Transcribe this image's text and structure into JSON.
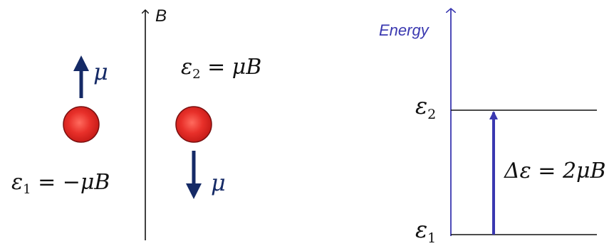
{
  "field_label": "B",
  "particles": {
    "left": {
      "moment_label": "μ",
      "moment_direction": "up",
      "energy_text": "ε",
      "energy_subscript": "1",
      "energy_expression": " = −μB"
    },
    "right": {
      "moment_label": "μ",
      "moment_direction": "down",
      "energy_text": "ε",
      "energy_subscript": "2",
      "energy_expression": " = μB"
    }
  },
  "energy_diagram": {
    "axis_label": "Energy",
    "upper_level": {
      "symbol": "ε",
      "subscript": "2"
    },
    "lower_level": {
      "symbol": "ε",
      "subscript": "1"
    },
    "transition_label": "Δε = 2μB"
  },
  "colors": {
    "accent_blue": "#3a38b0",
    "arrow_navy": "#152a66",
    "particle_red": "#e8302a",
    "particle_edge": "#7a1010"
  }
}
